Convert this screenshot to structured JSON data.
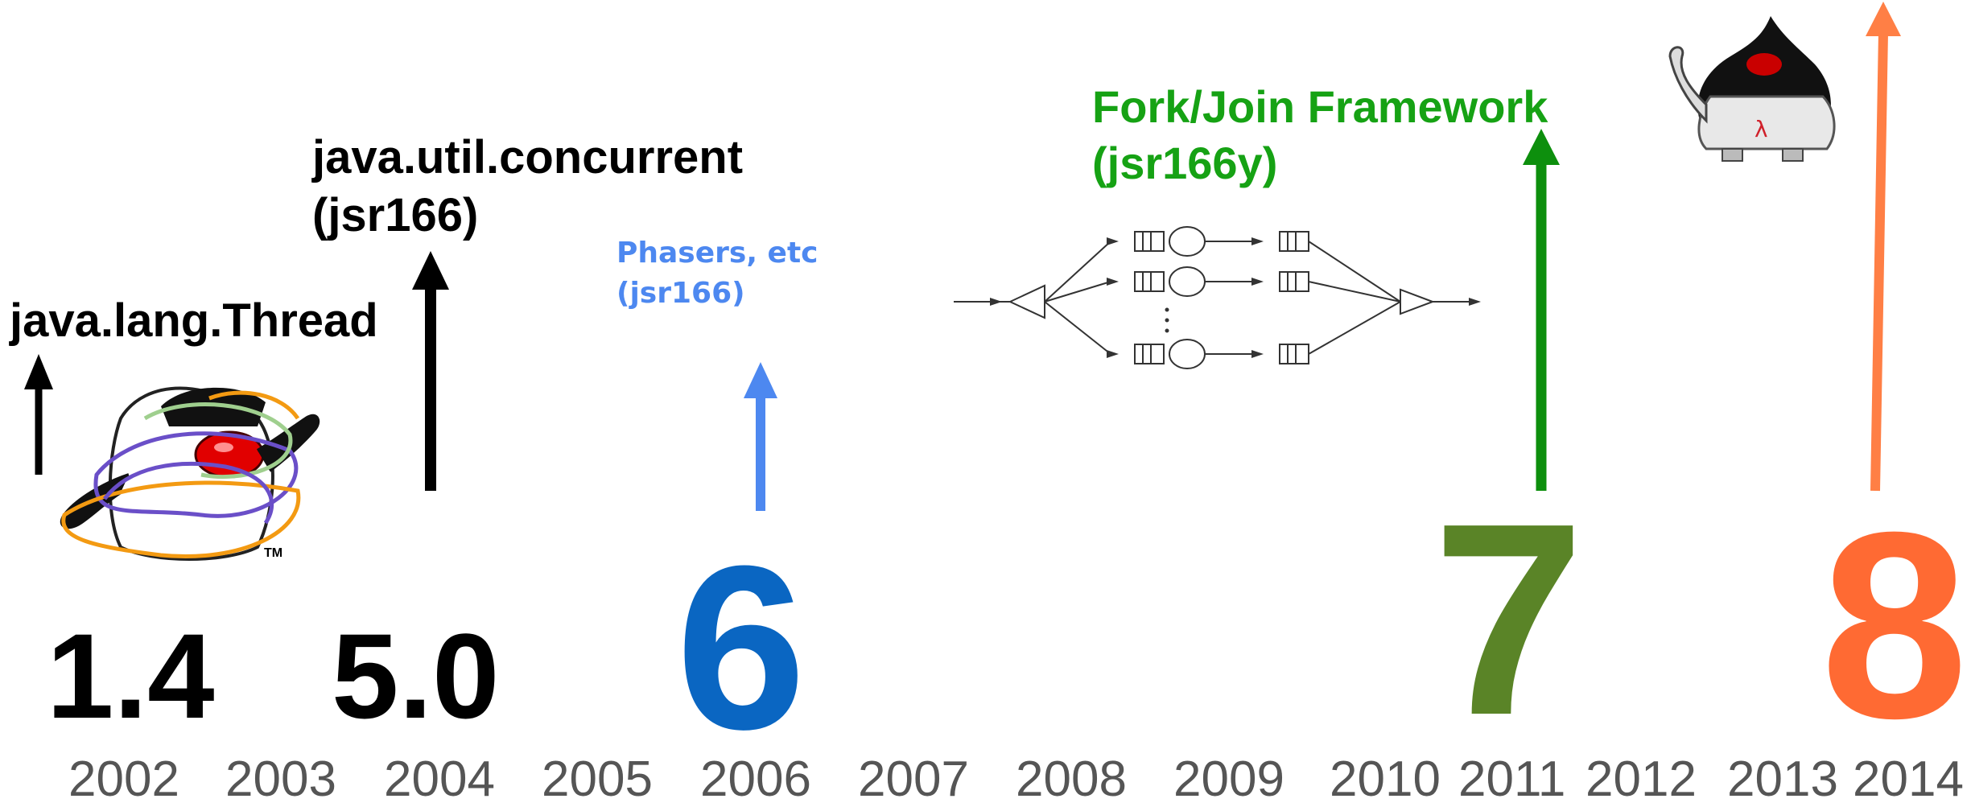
{
  "colors": {
    "black": "#000000",
    "java6_blue": "#0a66c2",
    "phasers_blue": "#4d88f0",
    "fork_green": "#16a214",
    "arrow_green": "#0d8f0d",
    "java7_olive": "#5a8427",
    "java8_orange": "#ff6a33",
    "arrow_orange": "#ff7f45",
    "year_gray": "#555555"
  },
  "labels": {
    "thread": "java.lang.Thread",
    "concurrent_line1": "java.util.concurrent",
    "concurrent_line2": "(jsr166)",
    "phasers_line1": "Phasers, etc",
    "phasers_line2": "(jsr166)",
    "fork_line1": "Fork/Join Framework",
    "fork_line2": "(jsr166y)"
  },
  "versions": {
    "v14": "1.4",
    "v50": "5.0",
    "v6": "6",
    "v7": "7",
    "v8": "8"
  },
  "years": [
    "2002",
    "2003",
    "2004",
    "2005",
    "2006",
    "2007",
    "2008",
    "2009",
    "2010",
    "2011",
    "2012",
    "2013",
    "2014"
  ],
  "mascots": {
    "duke_logo_mark": "TM"
  },
  "icons": {
    "duke_tangled": "duke-tangled-icon",
    "duke_lambda": "duke-lambda-icon",
    "queue_network": "queue-network-diagram"
  }
}
